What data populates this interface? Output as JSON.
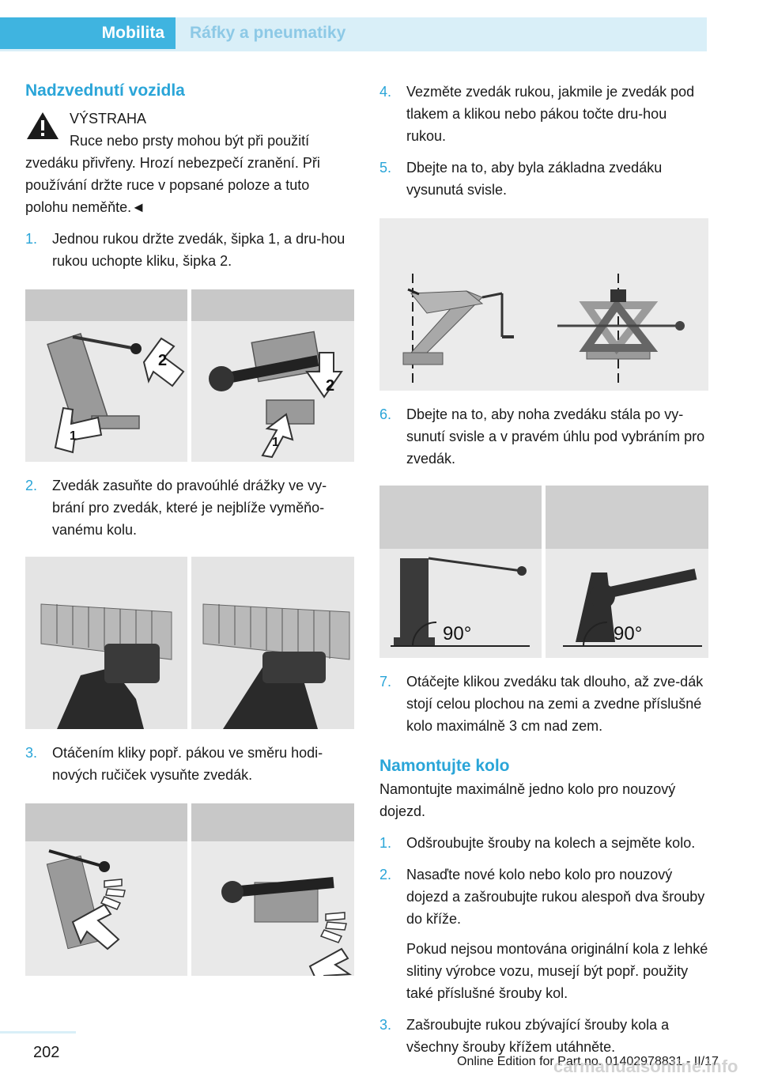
{
  "header": {
    "section": "Mobilita",
    "chapter": "Ráfky a pneumatiky"
  },
  "left": {
    "heading": "Nadzvednutí vozidla",
    "warning_title": "VÝSTRAHA",
    "warning_first_line": "Ruce nebo prsty mohou být při použití",
    "warning_rest": "zvedáku přivřeny. Hrozí nebezpečí zranění. Při používání držte ruce v popsané poloze a tuto polohu neměňte.◄",
    "steps": [
      {
        "num": "1.",
        "text": "Jednou rukou držte zvedák, šipka 1, a dru‐hou rukou uchopte kliku, šipka 2."
      },
      {
        "num": "2.",
        "text": "Zvedák zasuňte do pravoúhlé drážky ve vy‐brání pro zvedák, které je nejblíže vyměňo‐vanému kolu."
      },
      {
        "num": "3.",
        "text": "Otáčením kliky popř. pákou ve směru hodi‐nových ručiček vysuňte zvedák."
      }
    ],
    "fig1_labels": [
      "2",
      "1",
      "2",
      "1"
    ]
  },
  "right": {
    "steps_a": [
      {
        "num": "4.",
        "text": "Vezměte zvedák rukou, jakmile je zvedák pod tlakem a klikou nebo pákou točte dru‐hou rukou."
      },
      {
        "num": "5.",
        "text": "Dbejte na to, aby byla základna zvedáku vysunutá svisle."
      }
    ],
    "steps_b": [
      {
        "num": "6.",
        "text": "Dbejte na to, aby noha zvedáku stála po vy‐sunutí svisle a v pravém úhlu pod vybráním pro zvedák."
      }
    ],
    "fig_angle_labels": [
      "90°",
      "90°"
    ],
    "steps_c": [
      {
        "num": "7.",
        "text": "Otáčejte klikou zvedáku tak dlouho, až zve‐dák stojí celou plochou na zemi a zvedne příslušné kolo maximálně 3 cm nad zem."
      }
    ],
    "heading2": "Namontujte kolo",
    "intro2": "Namontujte maximálně jedno kolo pro nouzový dojezd.",
    "steps_d": [
      {
        "num": "1.",
        "text": "Odšroubujte šrouby na kolech a sejměte kolo."
      },
      {
        "num": "2.",
        "text": "Nasaďte nové kolo nebo kolo pro nouzový dojezd a zašroubujte rukou alespoň dva šrouby do kříže."
      }
    ],
    "note": "Pokud nejsou montována originální kola z lehké slitiny výrobce vozu, musejí být popř. použity také příslušné šrouby kol.",
    "steps_e": [
      {
        "num": "3.",
        "text": "Zašroubujte rukou zbývající šrouby kola a všechny šrouby křížem utáhněte."
      }
    ]
  },
  "footer": {
    "page_number": "202",
    "edition": "Online Edition for Part no. 01402978831 - II/17",
    "watermark": "carmanualsonline.info"
  }
}
